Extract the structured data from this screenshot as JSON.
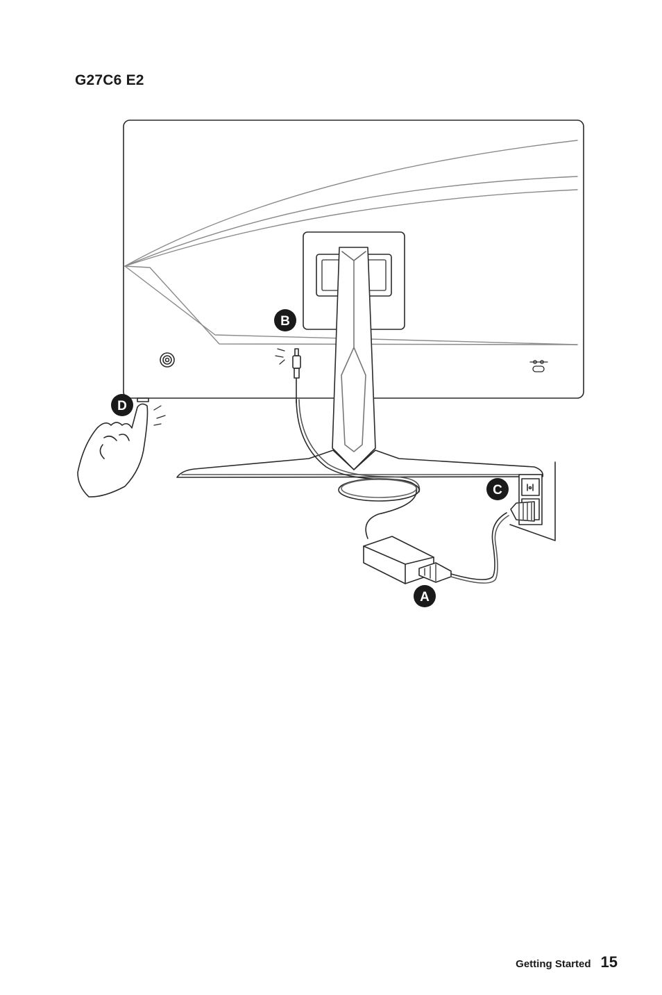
{
  "page": {
    "model_title": "G27C6 E2",
    "footer": {
      "section": "Getting Started",
      "page_number": "15"
    }
  },
  "callouts": {
    "a": "A",
    "b": "B",
    "c": "C",
    "d": "D"
  }
}
